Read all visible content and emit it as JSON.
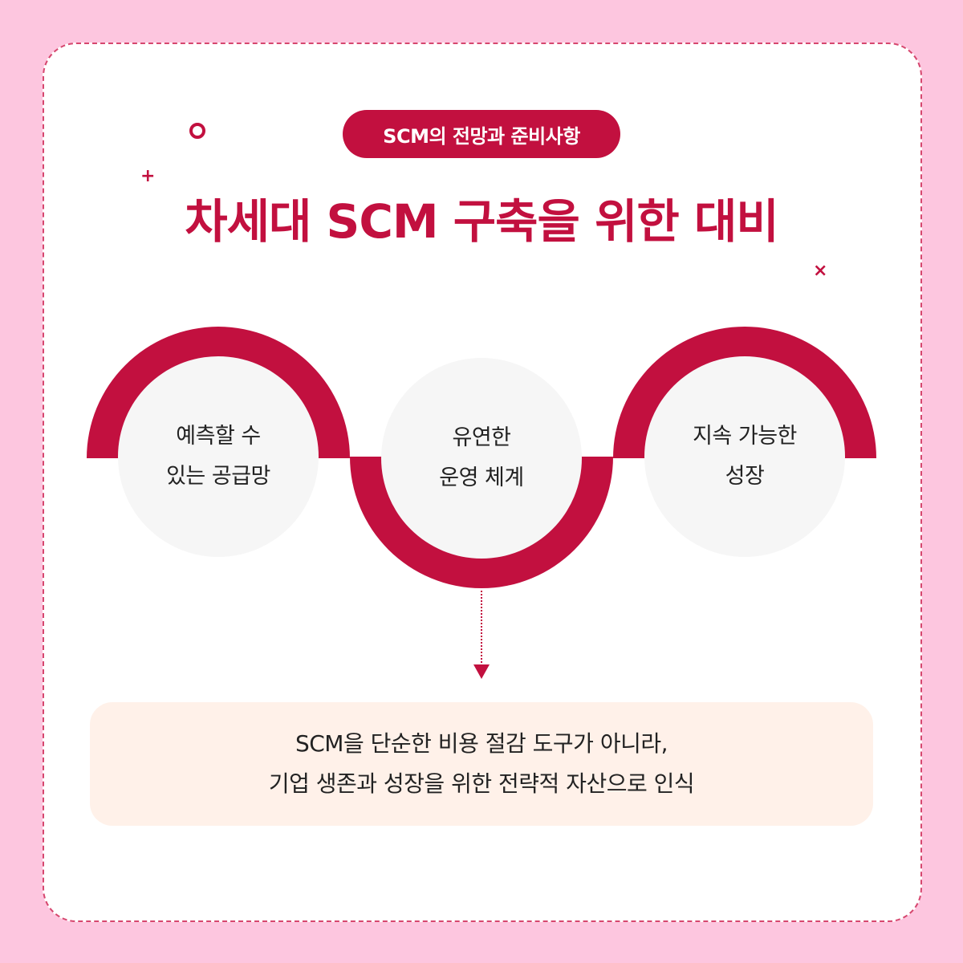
{
  "badge": {
    "label": "SCM의 전망과 준비사항"
  },
  "title": "차세대 SCM 구축을 위한 대비",
  "decorations": {
    "plus": "+",
    "cross": "×"
  },
  "steps": [
    {
      "line1": "예측할 수",
      "line2": "있는 공급망"
    },
    {
      "line1": "유연한",
      "line2": "운영 체계"
    },
    {
      "line1": "지속 가능한",
      "line2": "성장"
    }
  ],
  "summary": {
    "line1": "SCM을 단순한 비용 절감 도구가 아니라,",
    "line2": "기업 생존과 성장을 위한 전략적 자산으로 인식"
  },
  "colors": {
    "background": "#fdc6df",
    "accent": "#c2103f",
    "card": "#ffffff",
    "circle": "#f6f6f6",
    "summary_bg": "#fff1e9"
  }
}
